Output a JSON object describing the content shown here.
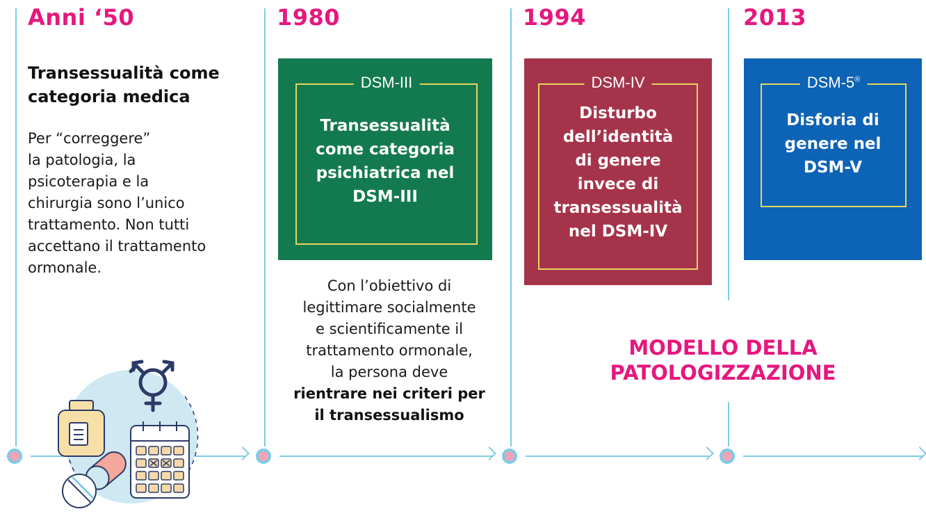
{
  "colors": {
    "accent": "#e6177e",
    "timeline": "#7ccbe6",
    "dot_fill": "#f2a3b5",
    "dsm3_bg": "#137a4f",
    "dsm4_bg": "#a5344b",
    "dsm5_bg": "#0d63b5",
    "frame": "#e6d75c"
  },
  "periods": [
    {
      "year": "Anni ‘50",
      "heading_line1": "Transessualità come",
      "heading_line2": "categoria medica",
      "text_lines": [
        "Per “correggere”",
        "la patologia, la",
        "psicoterapia e la",
        "chirurgia sono l’unico",
        "trattamento. Non tutti",
        "accettano il trattamento",
        "ormonale."
      ],
      "illustration_icons": [
        "transgender-symbol-icon",
        "medicine-bottle-icon",
        "calendar-icon",
        "pills-icon"
      ]
    },
    {
      "year": "1980",
      "box_label": "DSM-III",
      "box_text_lines": [
        "Transessualità",
        "come categoria",
        "psichiatrica nel",
        "DSM-III"
      ],
      "text_lines": [
        "Con l’obiettivo di",
        "legittimare socialmente",
        "e scientificamente il",
        "trattamento ormonale,",
        "la persona deve"
      ],
      "text_bold_lines": [
        "rientrare nei criteri per",
        "il transessualismo"
      ]
    },
    {
      "year": "1994",
      "box_label": "DSM-IV",
      "box_text_lines": [
        "Disturbo",
        "dell’identità",
        "di genere",
        "invece di",
        "transessualità",
        "nel DSM-IV"
      ]
    },
    {
      "year": "2013",
      "box_label": "DSM-5",
      "box_label_sup": "®",
      "box_text_lines": [
        "Disforia di",
        "genere nel",
        "DSM-V"
      ]
    }
  ],
  "model_title_line1": "MODELLO DELLA",
  "model_title_line2": "PATOLOGIZZAZIONE"
}
